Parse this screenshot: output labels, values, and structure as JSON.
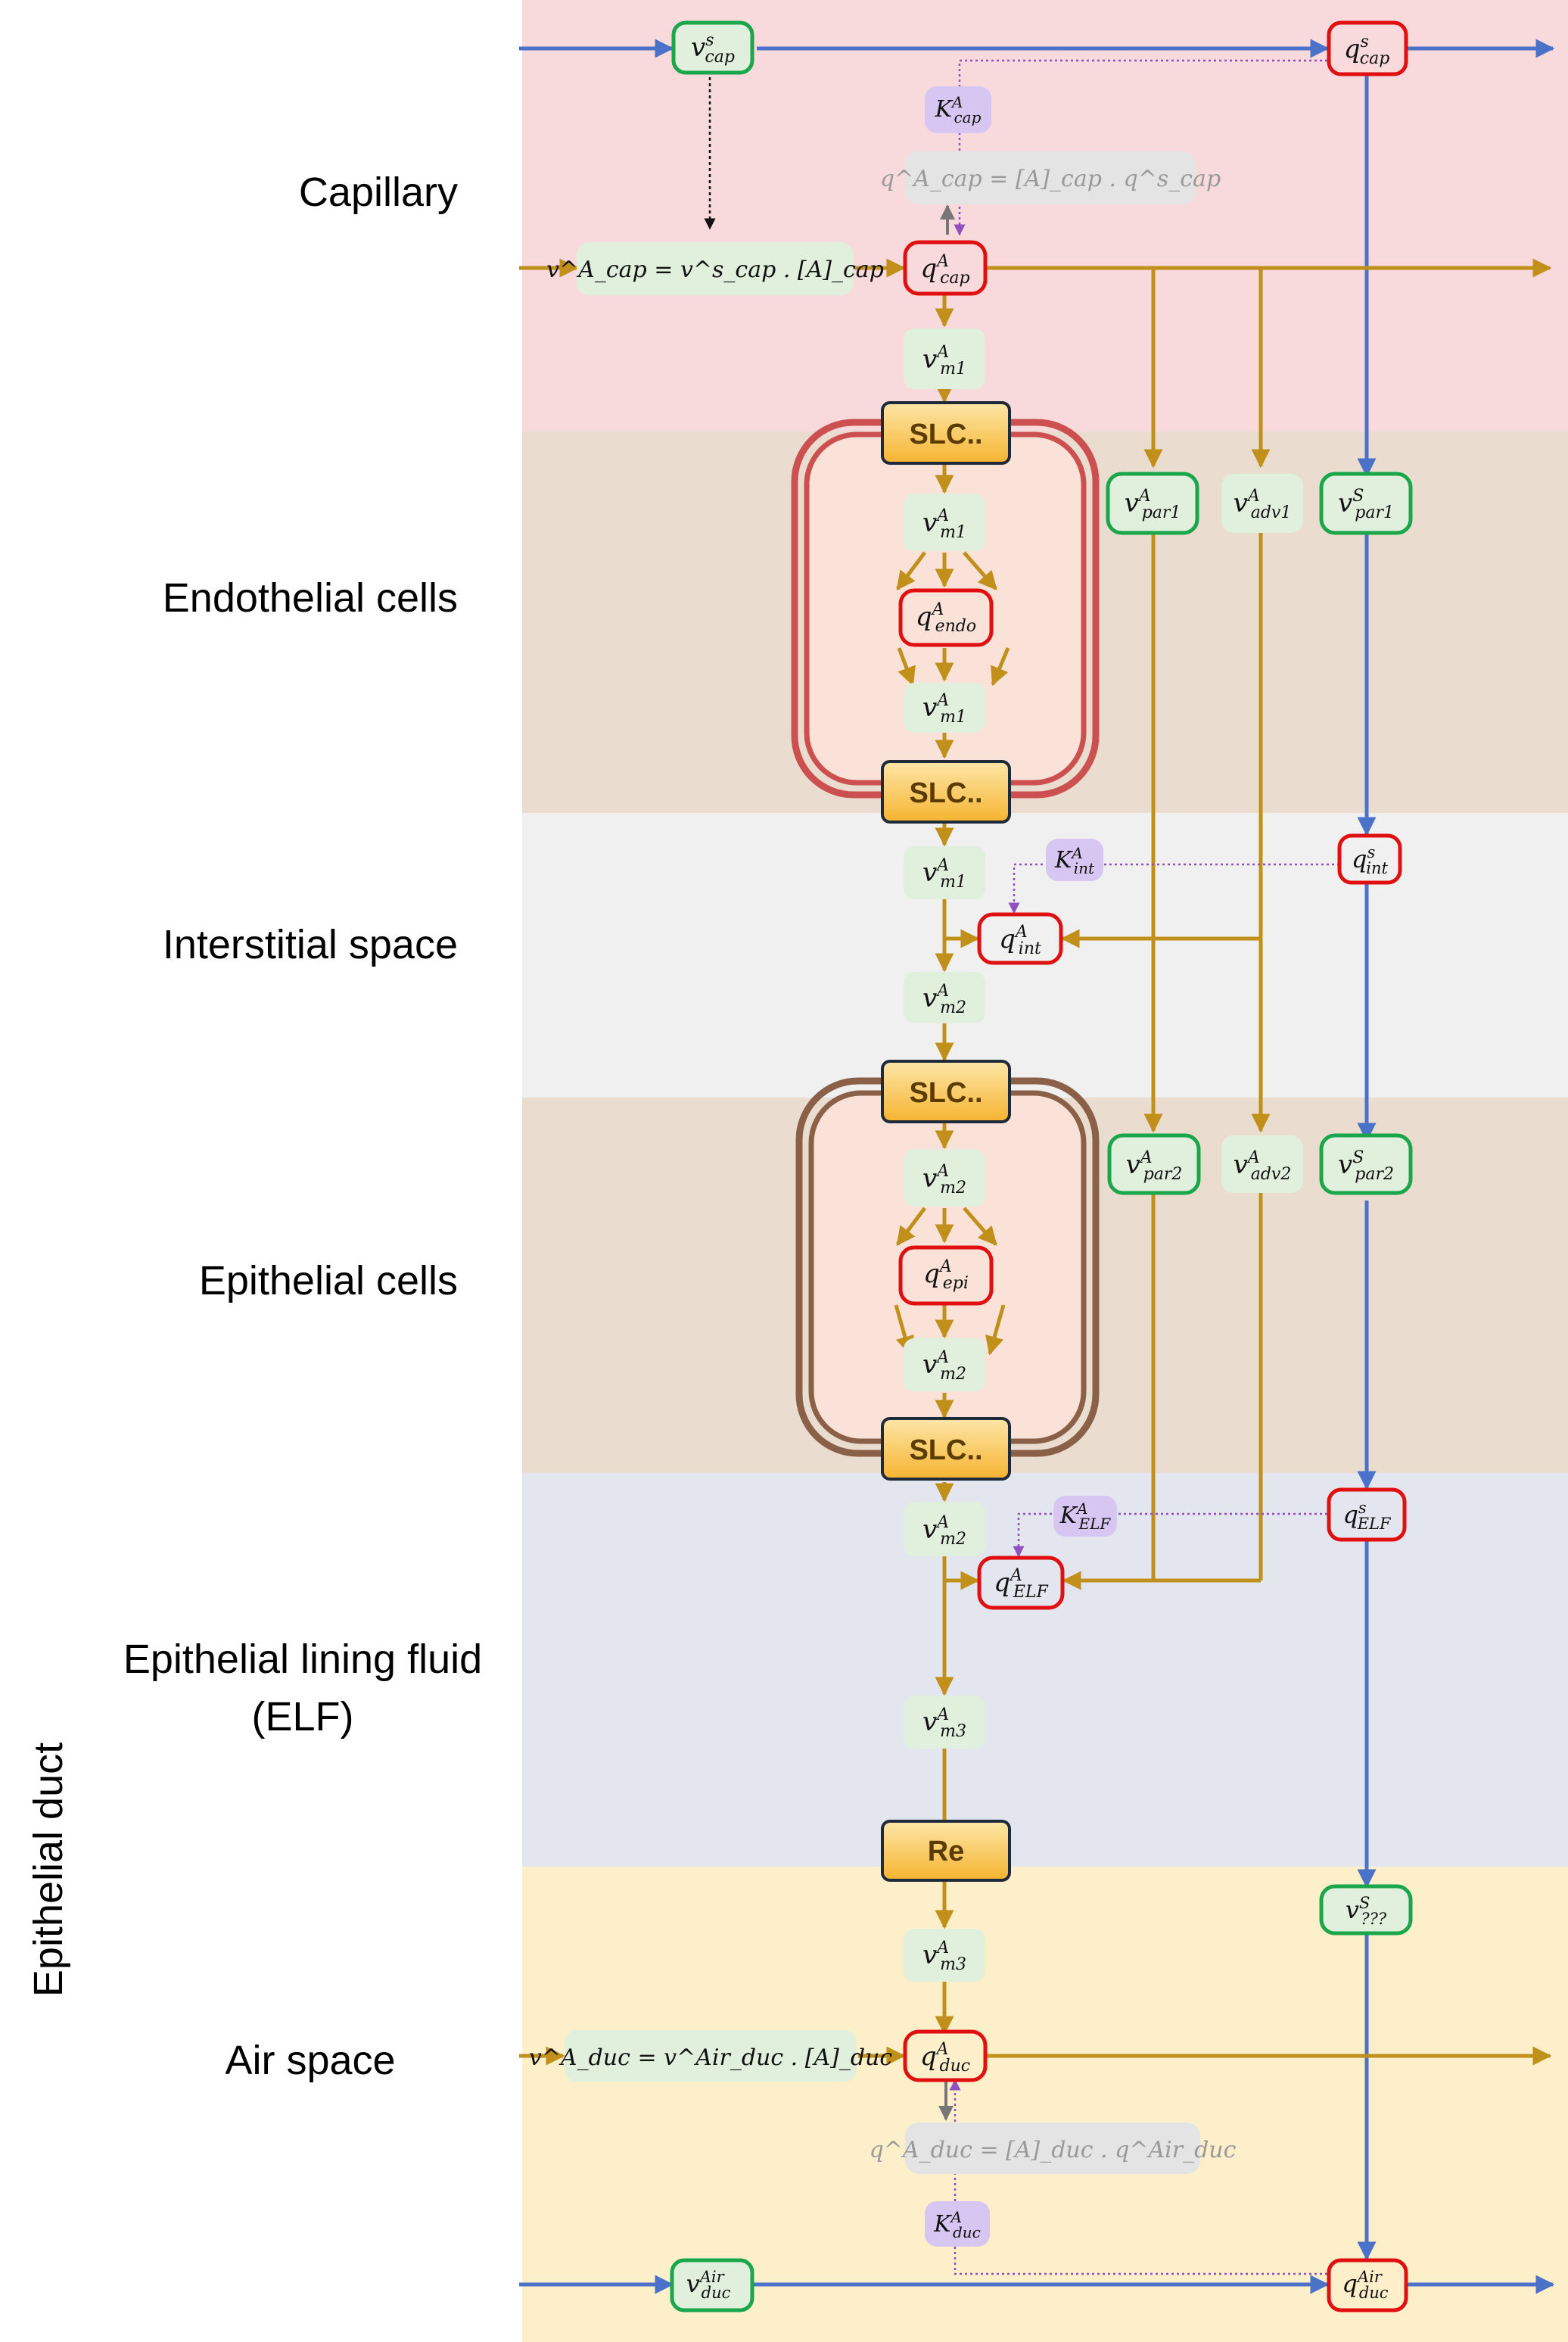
{
  "colors": {
    "capillary": "#f8d9dc",
    "endothelial": "#eaddd0",
    "interstitial": "#f0f0f0",
    "epithelial": "#eaddd0",
    "elf": "#e4e6ef",
    "air": "#fcefc9",
    "blue_line": "#4a72c8",
    "gold_line": "#c0901a",
    "red_box": "#e01010",
    "green_box": "#1aa64a",
    "light_green_fill": "#e0f0dc",
    "purple_fill": "#d8c6f2"
  },
  "regions": {
    "capillary": "Capillary",
    "endothelial": "Endothelial cells",
    "interstitial": "Interstitial space",
    "epithelial": "Epithelial cells",
    "elf_line1": "Epithelial lining fluid",
    "elf_line2": "(ELF)",
    "air": "Air space",
    "duct": "Epithelial duct"
  },
  "transporters": {
    "slc": "SLC..",
    "re": "Re"
  },
  "nodes": {
    "v_cap_s": {
      "base": "v",
      "sup": "s",
      "sub": "cap"
    },
    "q_cap_s": {
      "base": "q",
      "sup": "s",
      "sub": "cap"
    },
    "k_cap": {
      "base": "K",
      "sup": "A",
      "sub": "cap"
    },
    "q_cap_formula": "q^A_cap = [A]_cap . q^s_cap",
    "v_cap_formula": "v^A_cap = v^s_cap . [A]_cap",
    "q_cap_a": {
      "base": "q",
      "sup": "A",
      "sub": "cap"
    },
    "v_m1": {
      "base": "v",
      "sup": "A",
      "sub": "m1"
    },
    "v_m2": {
      "base": "v",
      "sup": "A",
      "sub": "m2"
    },
    "v_m3": {
      "base": "v",
      "sup": "A",
      "sub": "m3"
    },
    "q_endo": {
      "base": "q",
      "sup": "A",
      "sub": "endo"
    },
    "v_par1_a": {
      "base": "v",
      "sup": "A",
      "sub": "par1"
    },
    "v_adv1": {
      "base": "v",
      "sup": "A",
      "sub": "adv1"
    },
    "v_par1_s": {
      "base": "v",
      "sup": "S",
      "sub": "par1"
    },
    "k_int": {
      "base": "K",
      "sup": "A",
      "sub": "int"
    },
    "q_int_s": {
      "base": "q",
      "sup": "s",
      "sub": "int"
    },
    "q_int_a": {
      "base": "q",
      "sup": "A",
      "sub": "int"
    },
    "v_par2_a": {
      "base": "v",
      "sup": "A",
      "sub": "par2"
    },
    "v_adv2": {
      "base": "v",
      "sup": "A",
      "sub": "adv2"
    },
    "v_par2_s": {
      "base": "v",
      "sup": "S",
      "sub": "par2"
    },
    "q_epi": {
      "base": "q",
      "sup": "A",
      "sub": "epi"
    },
    "k_elf": {
      "base": "K",
      "sup": "A",
      "sub": "ELF"
    },
    "q_elf_s": {
      "base": "q",
      "sup": "s",
      "sub": "ELF"
    },
    "q_elf_a": {
      "base": "q",
      "sup": "A",
      "sub": "ELF"
    },
    "v_unknown_s": {
      "base": "v",
      "sup": "S",
      "sub": "???"
    },
    "v_duc_formula": "v^A_duc = v^Air_duc . [A]_duc",
    "q_duc_a": {
      "base": "q",
      "sup": "A",
      "sub": "duc"
    },
    "q_duc_formula": "q^A_duc = [A]_duc . q^Air_duc",
    "k_duc": {
      "base": "K",
      "sup": "A",
      "sub": "duc"
    },
    "v_duc_air": {
      "base": "v",
      "sup": "Air",
      "sub": "duc"
    },
    "q_duc_air": {
      "base": "q",
      "sup": "Air",
      "sub": "duc"
    }
  }
}
